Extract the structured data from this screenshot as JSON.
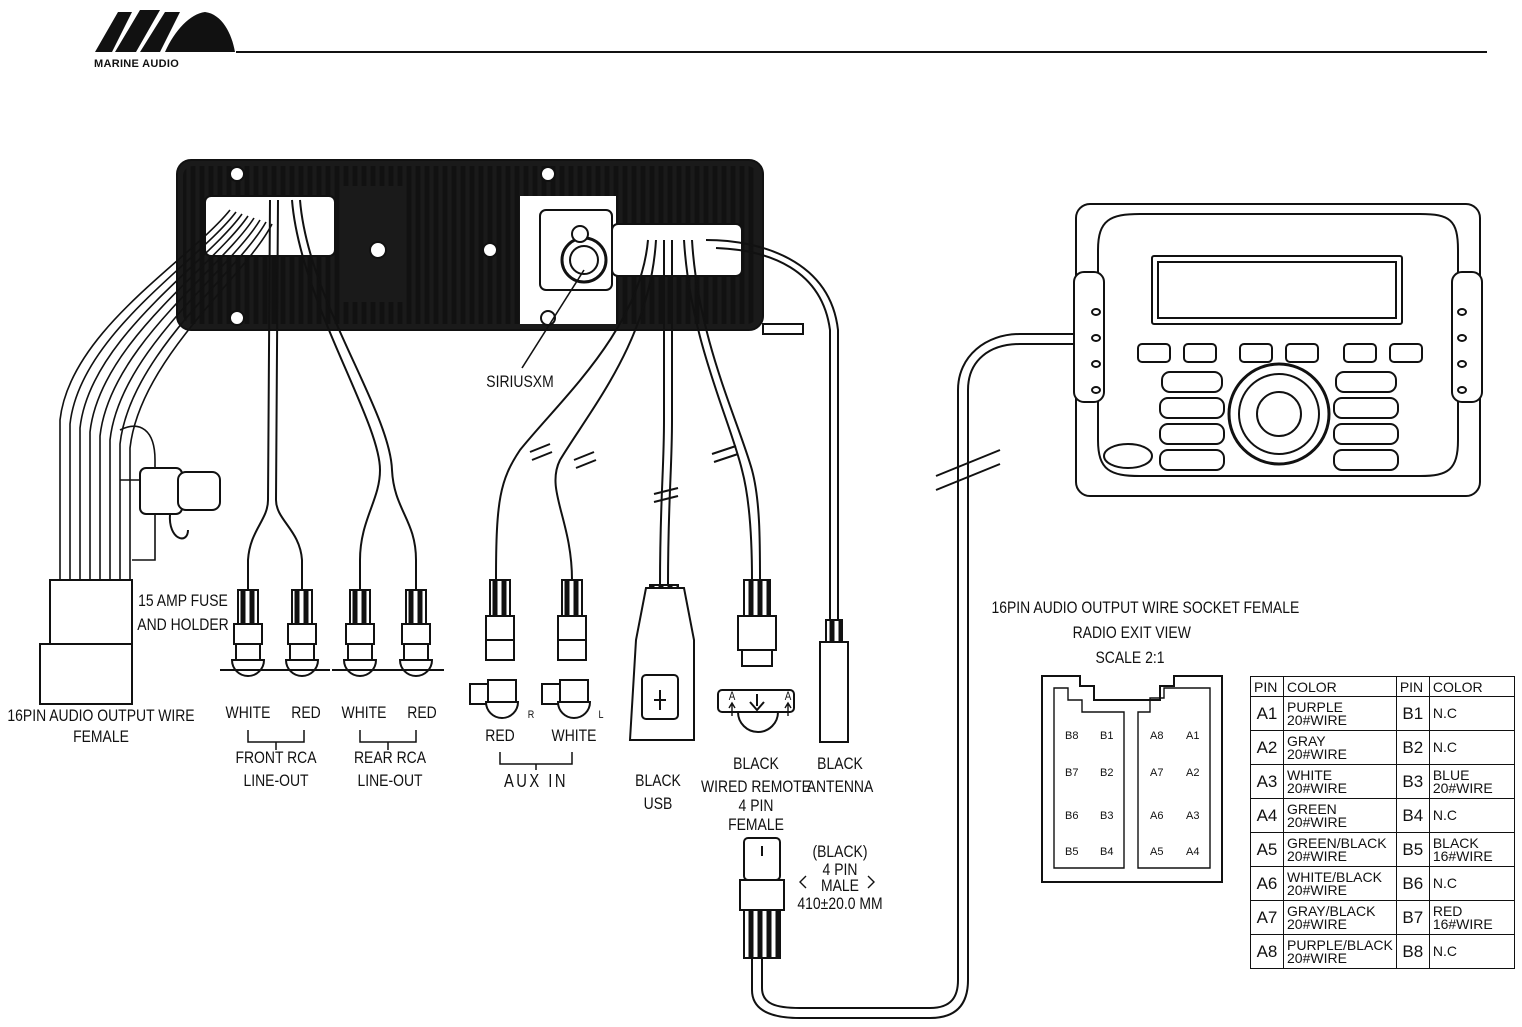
{
  "brand": {
    "logo_text": "MARINE AUDIO"
  },
  "labels": {
    "siriusxm": "SIRIUSXM",
    "fuse": [
      "15 AMP FUSE",
      "AND HOLDER"
    ],
    "harness": [
      "16PIN AUDIO OUTPUT WIRE",
      "FEMALE"
    ],
    "front_white": "WHITE",
    "front_red": "RED",
    "rear_white": "WHITE",
    "rear_red": "RED",
    "front_rca": [
      "FRONT RCA",
      "LINE-OUT"
    ],
    "rear_rca": [
      "REAR RCA",
      "LINE-OUT"
    ],
    "aux_red": "RED",
    "aux_white": "WHITE",
    "aux_r": "R",
    "aux_l": "L",
    "aux_in": "AUX IN",
    "usb": [
      "BLACK",
      "USB"
    ],
    "remote": [
      "BLACK",
      "WIRED REMOTE",
      "4 PIN",
      "FEMALE"
    ],
    "remote_a": "A",
    "antenna": [
      "BLACK",
      "ANTENNA"
    ],
    "male_plug": [
      "(BLACK)",
      "4 PIN",
      "MALE"
    ],
    "cable_length": "410±20.0 MM",
    "socket_title": "16PIN AUDIO OUTPUT WIRE SOCKET FEMALE",
    "socket_view": "RADIO EXIT VIEW",
    "socket_scale": "SCALE 2:1"
  },
  "socket_pins": {
    "left": [
      [
        "B8",
        "B1"
      ],
      [
        "B7",
        "B2"
      ],
      [
        "B6",
        "B3"
      ],
      [
        "B5",
        "B4"
      ]
    ],
    "right": [
      [
        "A8",
        "A1"
      ],
      [
        "A7",
        "A2"
      ],
      [
        "A6",
        "A3"
      ],
      [
        "A5",
        "A4"
      ]
    ]
  },
  "pin_table": {
    "headers": [
      "PIN",
      "COLOR",
      "PIN",
      "COLOR"
    ],
    "rows": [
      {
        "pin_a": "A1",
        "color_a": [
          "PURPLE",
          "20#WIRE"
        ],
        "pin_b": "B1",
        "color_b": [
          "N.C"
        ]
      },
      {
        "pin_a": "A2",
        "color_a": [
          "GRAY",
          "20#WIRE"
        ],
        "pin_b": "B2",
        "color_b": [
          "N.C"
        ]
      },
      {
        "pin_a": "A3",
        "color_a": [
          "WHITE",
          "20#WIRE"
        ],
        "pin_b": "B3",
        "color_b": [
          "BLUE",
          "20#WIRE"
        ]
      },
      {
        "pin_a": "A4",
        "color_a": [
          "GREEN",
          "20#WIRE"
        ],
        "pin_b": "B4",
        "color_b": [
          "N.C"
        ]
      },
      {
        "pin_a": "A5",
        "color_a": [
          "GREEN/BLACK",
          "20#WIRE"
        ],
        "pin_b": "B5",
        "color_b": [
          "BLACK",
          "16#WIRE"
        ]
      },
      {
        "pin_a": "A6",
        "color_a": [
          "WHITE/BLACK",
          "20#WIRE"
        ],
        "pin_b": "B6",
        "color_b": [
          "N.C"
        ]
      },
      {
        "pin_a": "A7",
        "color_a": [
          "GRAY/BLACK",
          "20#WIRE"
        ],
        "pin_b": "B7",
        "color_b": [
          "RED",
          "16#WIRE"
        ]
      },
      {
        "pin_a": "A8",
        "color_a": [
          "PURPLE/BLACK",
          "20#WIRE"
        ],
        "pin_b": "B8",
        "color_b": [
          "N.C"
        ]
      }
    ]
  }
}
